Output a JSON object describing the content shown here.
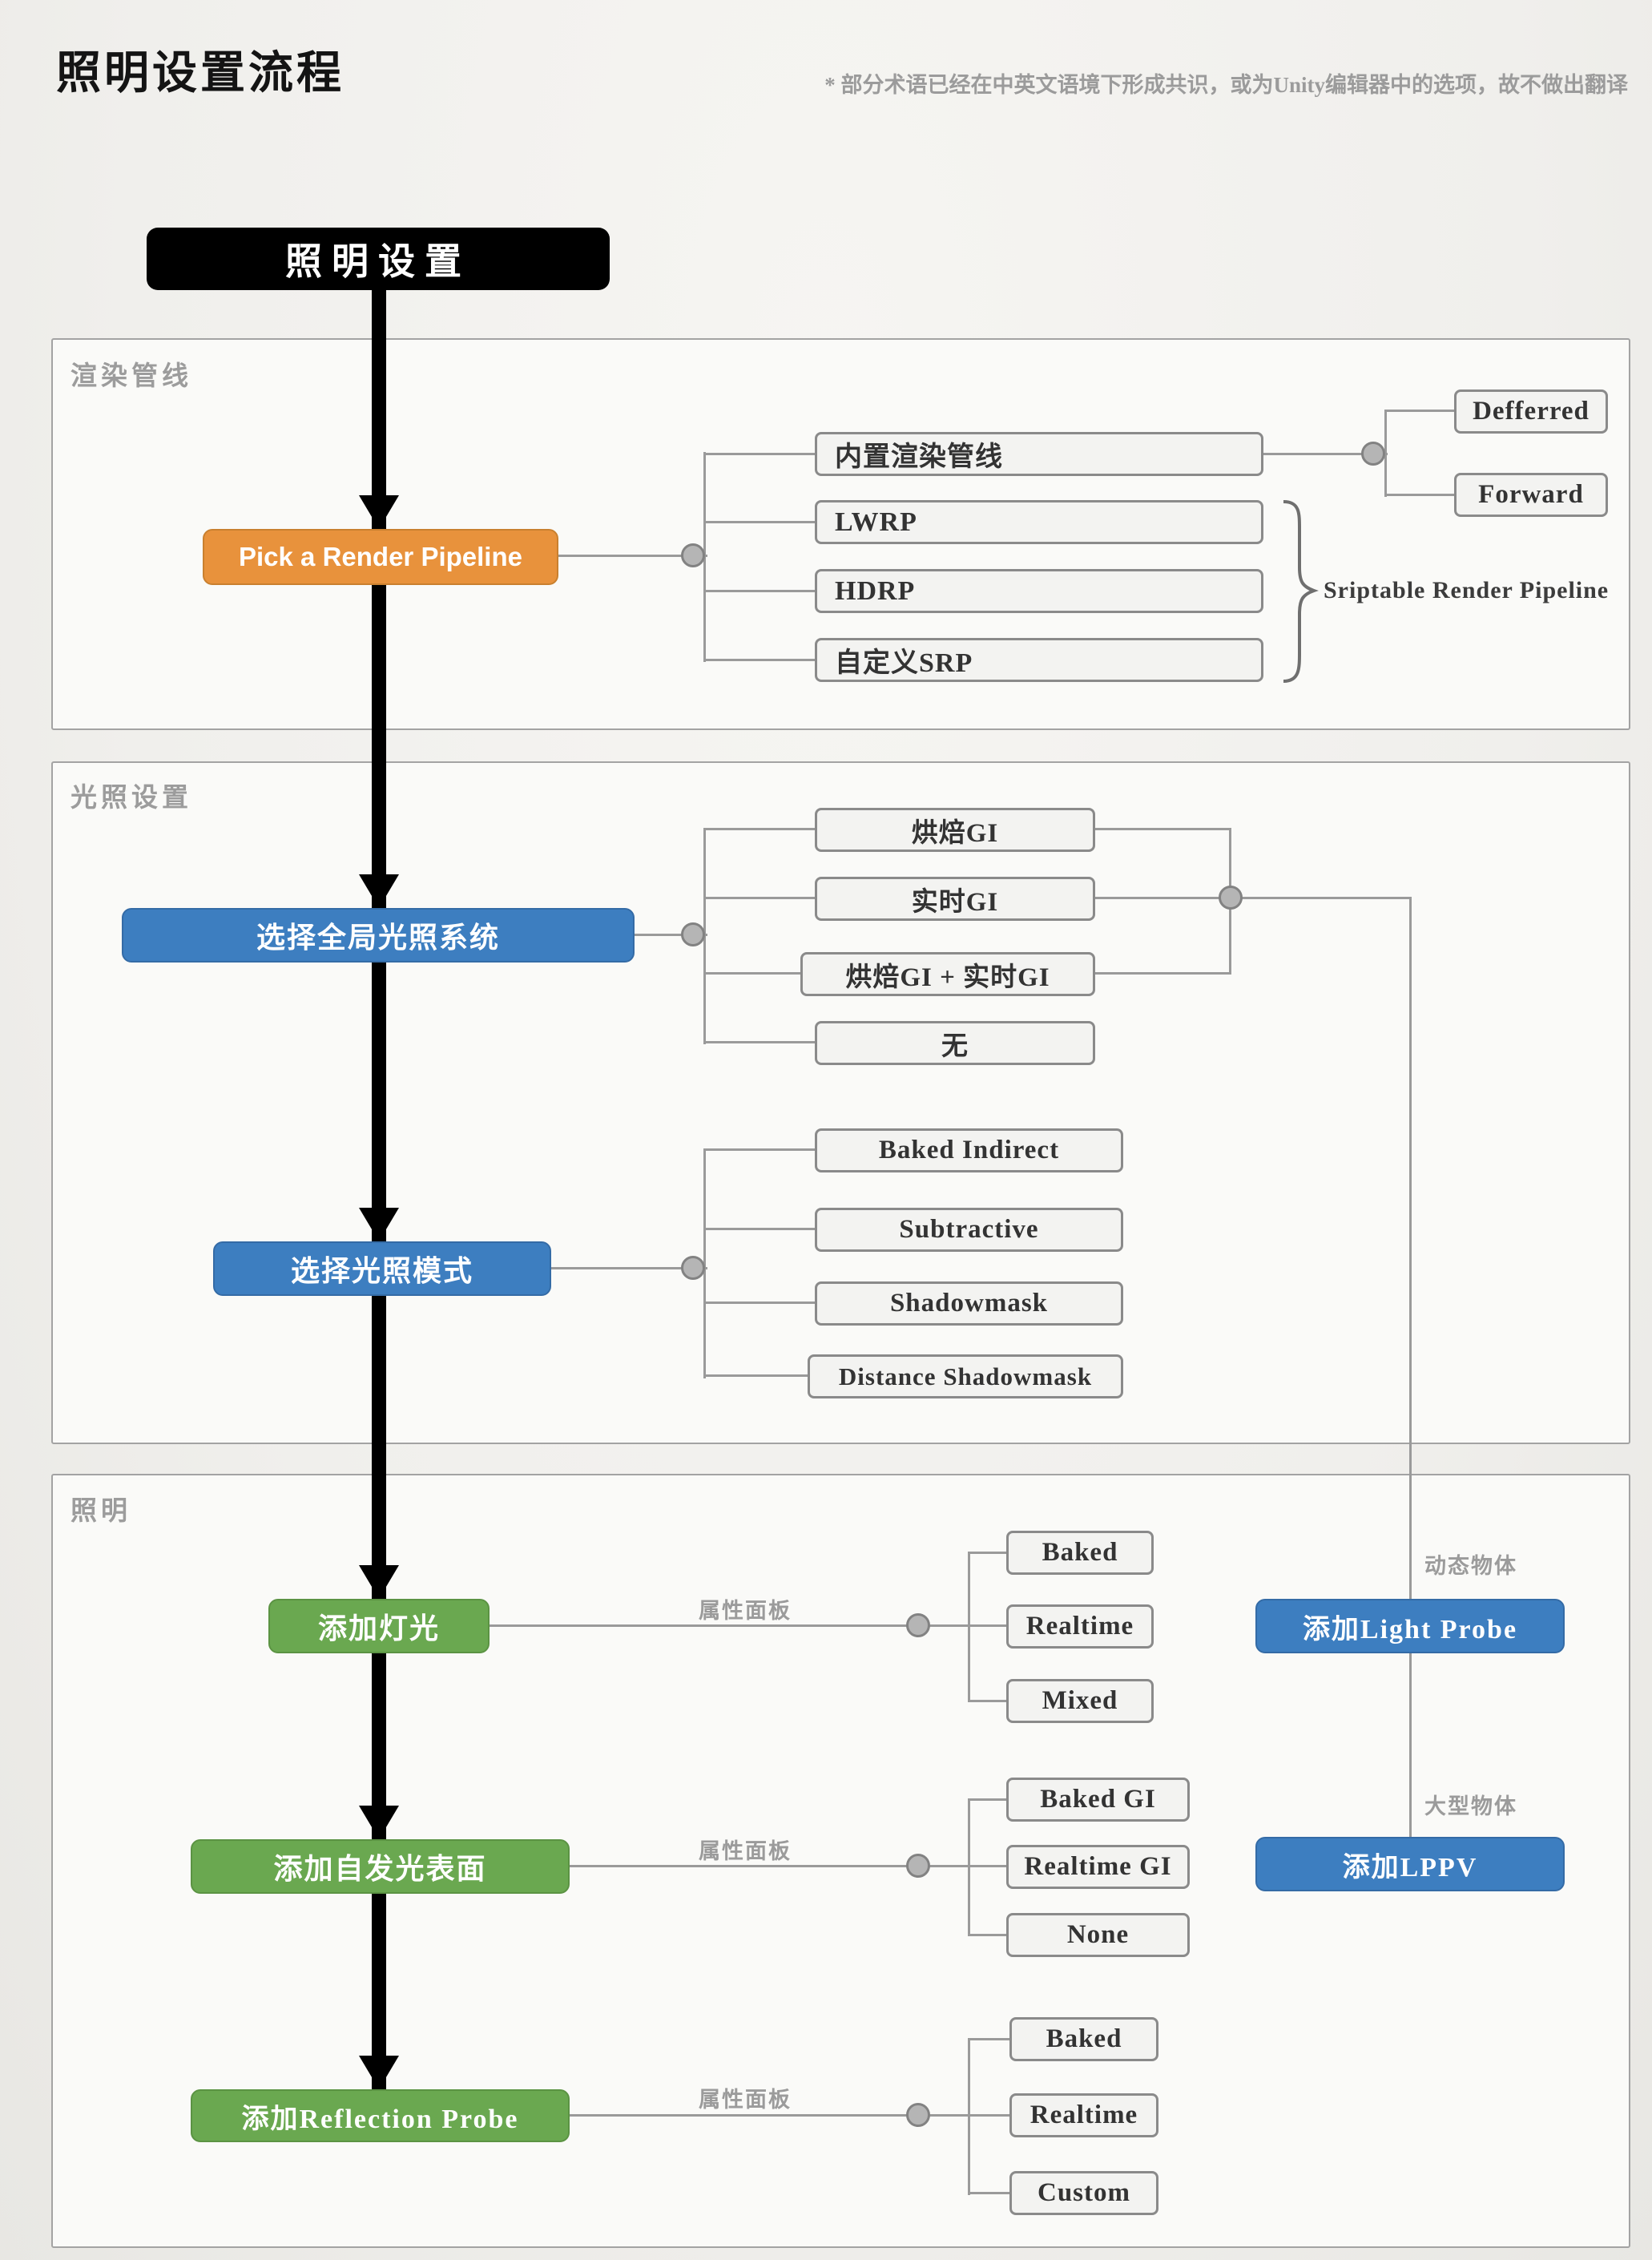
{
  "header": {
    "title": "照明设置流程",
    "note": "* 部分术语已经在中英文语境下形成共识，或为Unity编辑器中的选项，故不做出翻译"
  },
  "root_node": {
    "label": "照明设置"
  },
  "sections": {
    "pipeline": {
      "label": "渲染管线"
    },
    "lighting_settings": {
      "label": "光照设置"
    },
    "lighting": {
      "label": "照明"
    }
  },
  "pipeline": {
    "action": "Pick a Render Pipeline",
    "options": [
      "内置渲染管线",
      "LWRP",
      "HDRP",
      "自定义SRP"
    ],
    "builtin_modes": [
      "Defferred",
      "Forward"
    ],
    "srp_group_label": "Sriptable Render Pipeline"
  },
  "global_illumination": {
    "action": "选择全局光照系统",
    "options": [
      "烘焙GI",
      "实时GI",
      "烘焙GI + 实时GI",
      "无"
    ]
  },
  "lighting_mode": {
    "action": "选择光照模式",
    "options": [
      "Baked Indirect",
      "Subtractive",
      "Shadowmask",
      "Distance Shadowmask"
    ]
  },
  "add_light": {
    "action": "添加灯光",
    "connector_label": "属性面板",
    "options": [
      "Baked",
      "Realtime",
      "Mixed"
    ]
  },
  "add_emissive": {
    "action": "添加自发光表面",
    "connector_label": "属性面板",
    "options": [
      "Baked GI",
      "Realtime GI",
      "None"
    ]
  },
  "add_reflection_probe": {
    "action": "添加Reflection Probe",
    "connector_label": "属性面板",
    "options": [
      "Baked",
      "Realtime",
      "Custom"
    ]
  },
  "probes": {
    "dynamic_objects_label": "动态物体",
    "add_light_probe": "添加Light Probe",
    "large_objects_label": "大型物体",
    "add_lppv": "添加LPPV"
  },
  "colors": {
    "root": "#000000",
    "pipeline_accent": "#E8923C",
    "blue_accent": "#3D7EC0",
    "green_accent": "#6AA850",
    "line": "#9A9A9A",
    "option_fill": "#F3F3F1"
  }
}
